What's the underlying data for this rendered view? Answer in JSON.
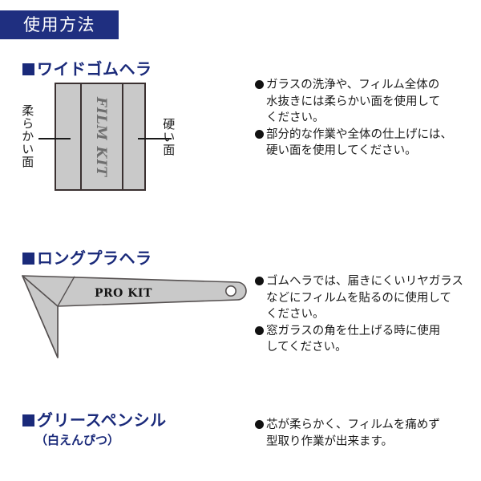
{
  "header": {
    "title": "使用方法"
  },
  "sections": [
    {
      "id": "wide-rubber-squeegee",
      "heading": "ワイドゴムヘラ",
      "figure": {
        "brand_label": "FILM KIT",
        "left_label": "柔らかい面",
        "right_label": "硬い面"
      },
      "bullets": [
        "ガラスの洗浄や、フィルム全体の\n水抜きには柔らかい面を使用して\nください。",
        "部分的な作業や全体の仕上げには、\n硬い面を使用してください。"
      ]
    },
    {
      "id": "long-plastic-scraper",
      "heading": "ロングプラヘラ",
      "figure": {
        "brand_label": "PRO KIT"
      },
      "bullets": [
        "ゴムヘラでは、届きにくいリヤガラス\nなどにフィルムを貼るのに使用して\nください。",
        "窓ガラスの角を仕上げる時に使用\nしてください。"
      ]
    },
    {
      "id": "grease-pencil",
      "heading": "グリースペンシル",
      "subheading": "（白えんぴつ）",
      "bullets": [
        "芯が柔らかく、フィルムを痛めず\n型取り作業が出来ます。"
      ]
    }
  ],
  "colors": {
    "navy": "#1f2f80",
    "heading_navy": "#1a2a7a",
    "tool_fill": "#c9c9c9",
    "tool_outline": "#3a3030",
    "text": "#1a1a1a",
    "background": "#ffffff"
  }
}
